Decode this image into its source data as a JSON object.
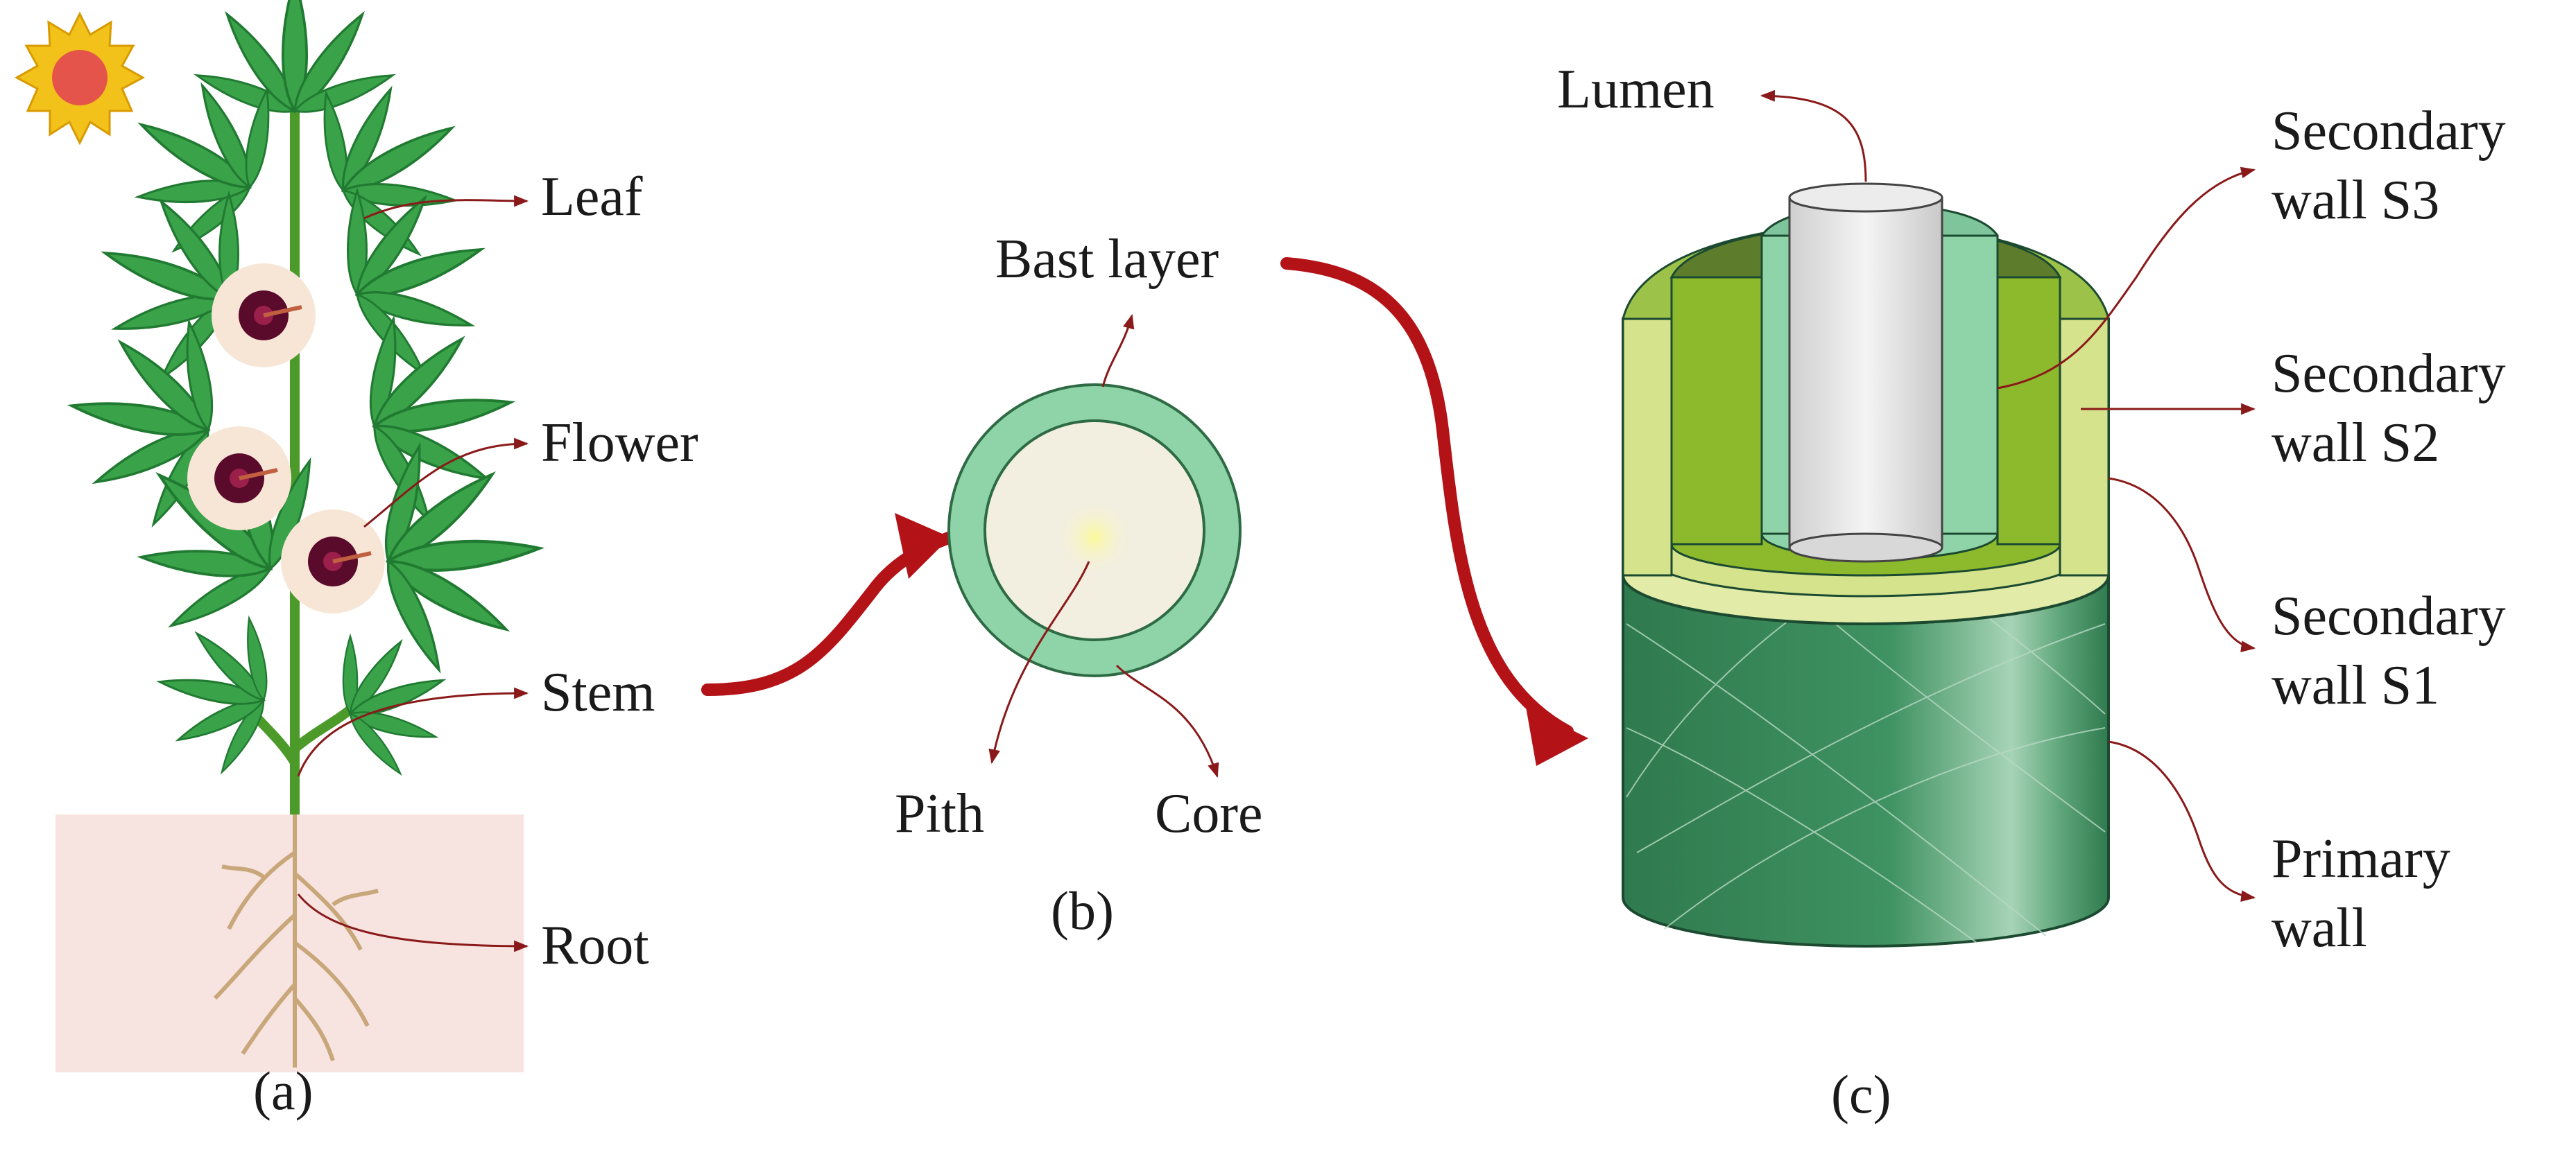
{
  "panel_a": {
    "caption": "(a)",
    "labels": {
      "leaf": "Leaf",
      "flower": "Flower",
      "stem": "Stem",
      "root": "Root"
    }
  },
  "panel_b": {
    "caption": "(b)",
    "labels": {
      "bast_layer": "Bast layer",
      "pith": "Pith",
      "core": "Core"
    }
  },
  "panel_c": {
    "caption": "(c)",
    "labels": {
      "lumen": "Lumen",
      "s3_line1": "Secondary",
      "s3_line2": "wall S3",
      "s2_line1": "Secondary",
      "s2_line2": "wall S2",
      "s1_line1": "Secondary",
      "s1_line2": "wall S1",
      "primary_line1": "Primary",
      "primary_line2": "wall"
    }
  },
  "colors": {
    "leaf_green": "#3aa34a",
    "stem_green": "#4c9a2a",
    "flower_petal": "#f7e6d6",
    "flower_center": "#5a0a2a",
    "sun_yellow": "#f2c21b",
    "sun_center": "#e4544a",
    "root_soil": "#f7e3e0",
    "root_color": "#c8a77a",
    "connector_red": "#b31217",
    "bast_ring": "#8fd4a8",
    "core_fill": "#f3efe0",
    "pith_fill": "#f7f48a",
    "primary_wall": "#3e8f5f",
    "s1_wall": "#d4e38c",
    "s2_wall": "#8cba2c",
    "s3_wall": "#8fd4a8",
    "lumen_fill": "#e2e2e2"
  }
}
